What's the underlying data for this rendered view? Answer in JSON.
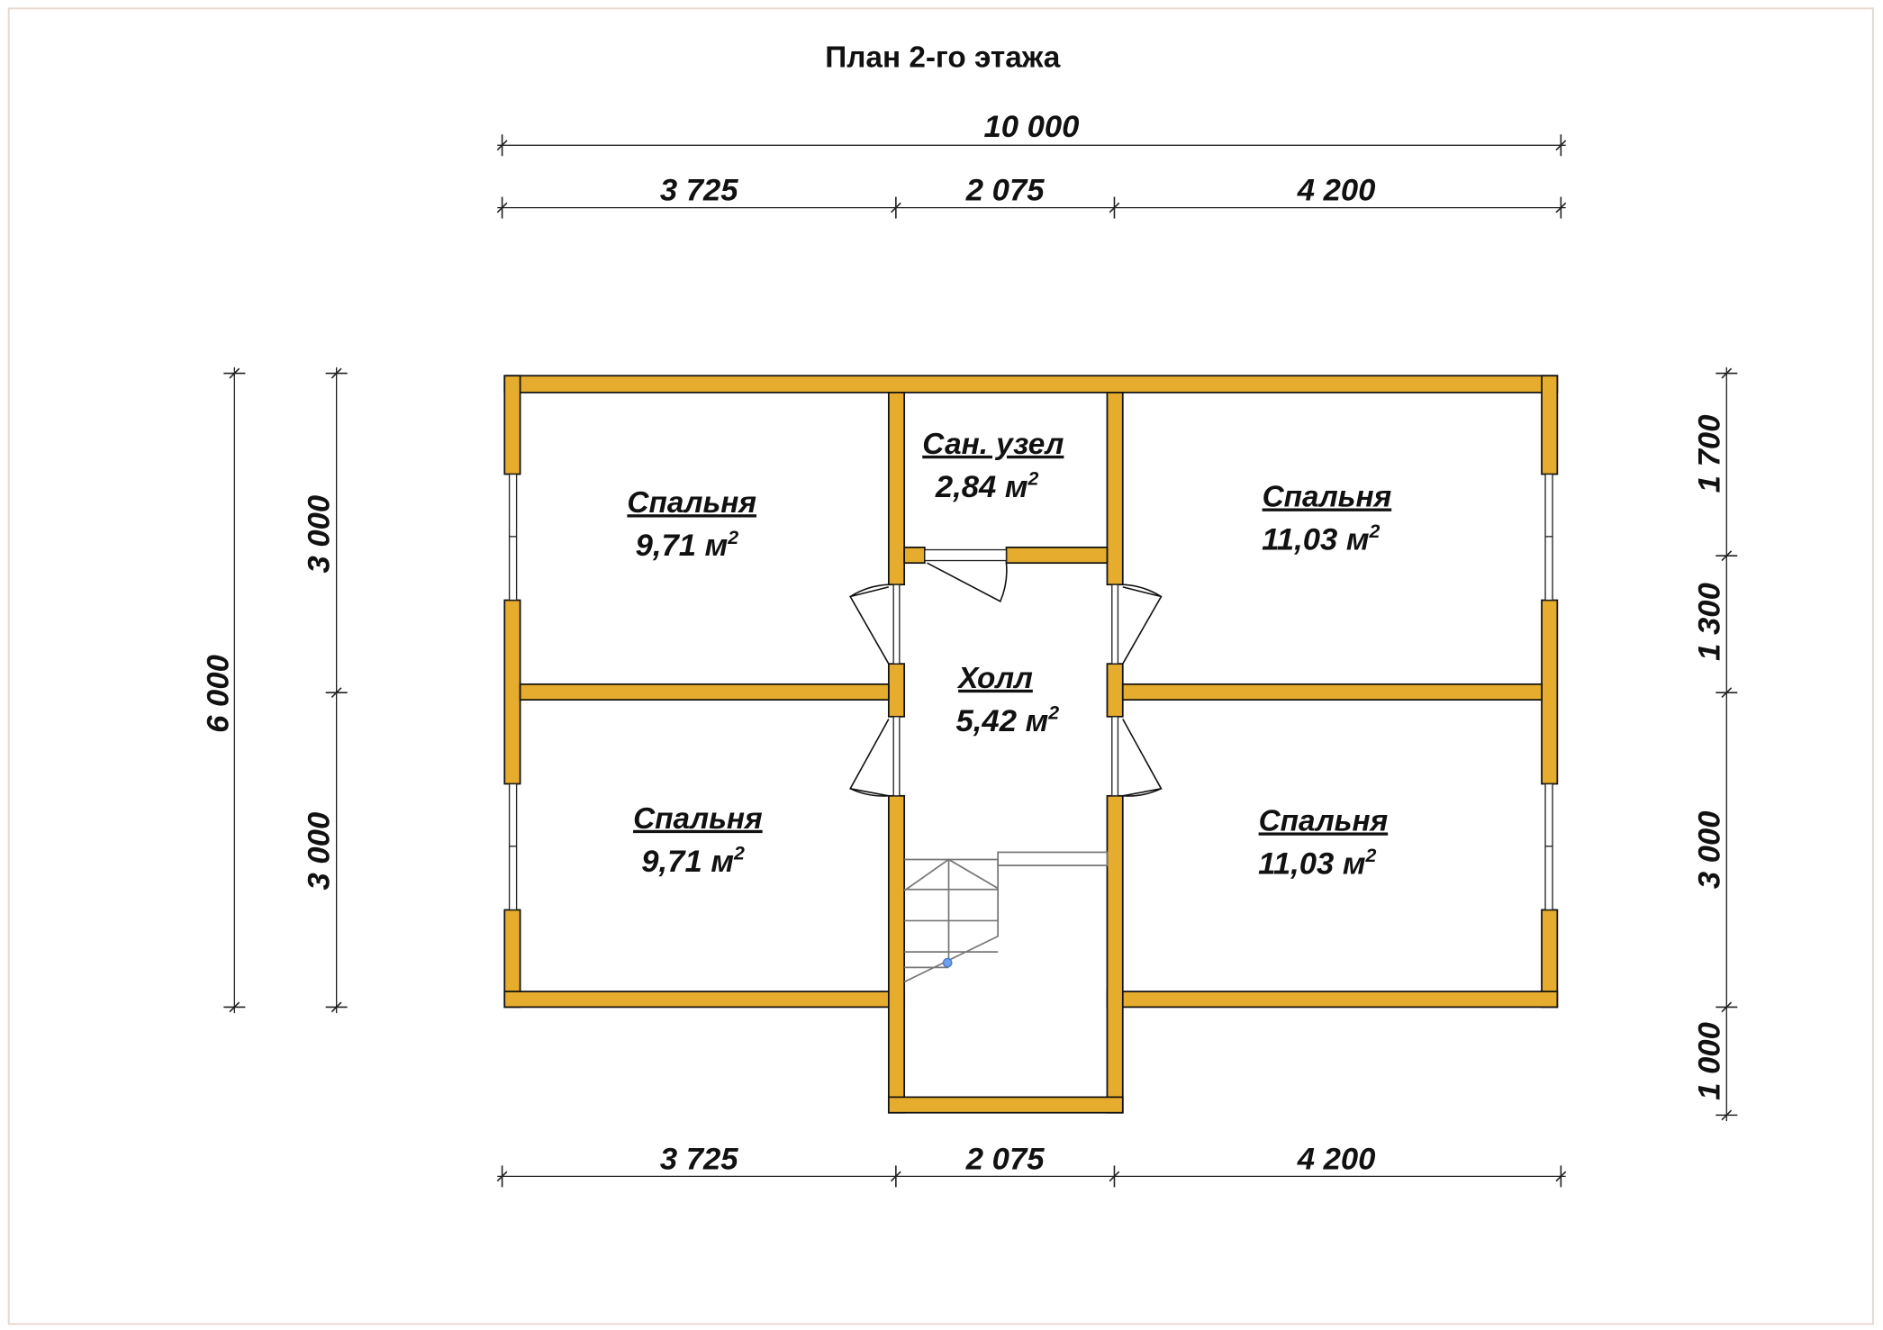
{
  "title": "План 2-го этажа",
  "colors": {
    "wall": "#e5ac2d",
    "stair_marker": "#6fa0f0"
  },
  "dimensions": {
    "top_total": "10 000",
    "top": [
      "3 725",
      "2 075",
      "4 200"
    ],
    "bottom": [
      "3 725",
      "2 075",
      "4 200"
    ],
    "left_total": "6 000",
    "left": [
      "3 000",
      "3 000"
    ],
    "right": [
      "1 700",
      "1 300",
      "3 000",
      "1 000"
    ]
  },
  "rooms": [
    {
      "name": "Спальня",
      "area": "9,71 м",
      "sup": "2"
    },
    {
      "name": "Сан. узел",
      "area": "2,84 м",
      "sup": "2"
    },
    {
      "name": "Спальня",
      "area": "11,03 м",
      "sup": "2"
    },
    {
      "name": "Холл",
      "area": "5,42 м",
      "sup": "2"
    },
    {
      "name": "Спальня",
      "area": "9,71 м",
      "sup": "2"
    },
    {
      "name": "Спальня",
      "area": "11,03 м",
      "sup": "2"
    }
  ]
}
